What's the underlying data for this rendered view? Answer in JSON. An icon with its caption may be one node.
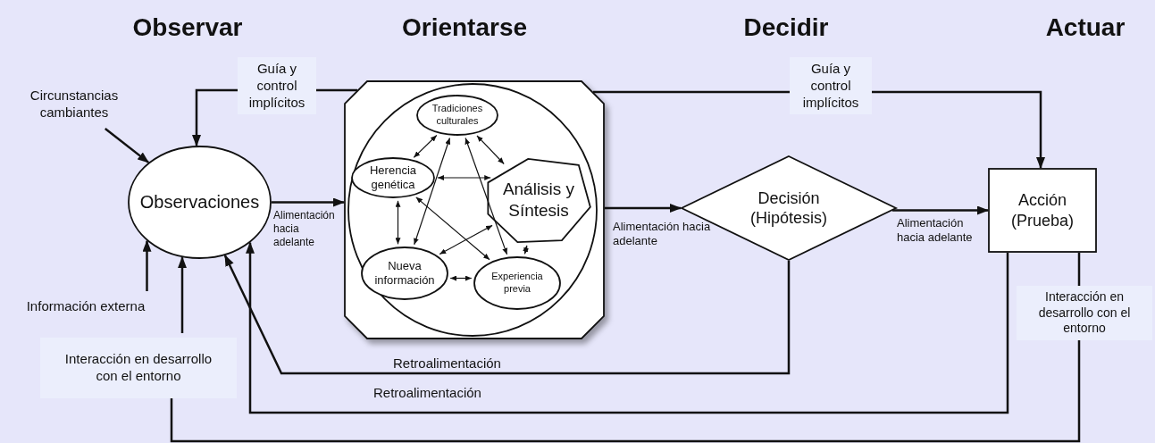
{
  "diagram": {
    "nodes": [
      {
        "text": [
          "Observaciones"
        ]
      },
      {
        "text": [],
        "shape": "octagon"
      },
      {
        "text": [],
        "shape": "circle",
        "in": 1
      },
      {
        "text": [
          "Tradiciones culturales"
        ],
        "in": 2
      },
      {
        "text": [
          "Herencia genética"
        ],
        "in": 2
      },
      {
        "text": [
          "Análisis y Síntesis"
        ],
        "in": 2
      },
      {
        "text": [
          "Nueva información"
        ],
        "in": 2
      },
      {
        "text": [
          "Experiencia previa"
        ],
        "in": 2
      },
      {
        "text": [
          "Decisión (Hipótesis)"
        ]
      },
      {
        "text": [
          "Acción (Prueba)"
        ]
      },
      {
        "text": [
          "Circunstancias cambiantes"
        ]
      },
      {
        "text": [
          "Información externa"
        ]
      },
      {
        "text": [
          "Interacción en desarrollo con el entorno"
        ]
      }
    ],
    "edges": [
      {
        "from": 10,
        "to": 0,
        "arrow": "to"
      },
      {
        "from": 11,
        "to": 0,
        "arrow": "to"
      },
      {
        "from": 12,
        "to": 0,
        "arrow": "to"
      },
      {
        "from": 1,
        "to": 0,
        "arrow": "to",
        "label": "Guía y control implícitos"
      },
      {
        "from": 1,
        "to": 9,
        "arrow": "to",
        "label": "Guía y control implícitos"
      },
      {
        "from": 0,
        "to": 1,
        "arrow": "to",
        "label": "Alimentación hacia adelante"
      },
      {
        "from": 1,
        "to": 8,
        "arrow": "to",
        "label": "Alimentación hacia adelante"
      },
      {
        "from": 8,
        "to": 9,
        "arrow": "to",
        "label": "Alimentación hacia adelante"
      },
      {
        "from": 8,
        "to": 0,
        "arrow": "to",
        "label": "Retroalimentación"
      },
      {
        "from": 9,
        "to": 0,
        "arrow": "to",
        "label": "Retroalimentación"
      },
      {
        "from": 9,
        "to": 12,
        "arrow": "none",
        "label": "Interacción en desarrollo con el entorno"
      },
      {
        "from": 4,
        "to": 3,
        "arrow": "both"
      },
      {
        "from": 3,
        "to": 5,
        "arrow": "both"
      },
      {
        "from": 4,
        "to": 5,
        "arrow": "both"
      },
      {
        "from": 4,
        "to": 6,
        "arrow": "both"
      },
      {
        "from": 3,
        "to": 6,
        "arrow": "both"
      },
      {
        "from": 3,
        "to": 7,
        "arrow": "both"
      },
      {
        "from": 4,
        "to": 7,
        "arrow": "both"
      },
      {
        "from": 5,
        "to": 6,
        "arrow": "both"
      },
      {
        "from": 5,
        "to": 7,
        "arrow": "both"
      },
      {
        "from": 6,
        "to": 7,
        "arrow": "both"
      }
    ],
    "labels": [
      "Observar",
      "Orientarse",
      "Decidir",
      "Actuar"
    ]
  }
}
